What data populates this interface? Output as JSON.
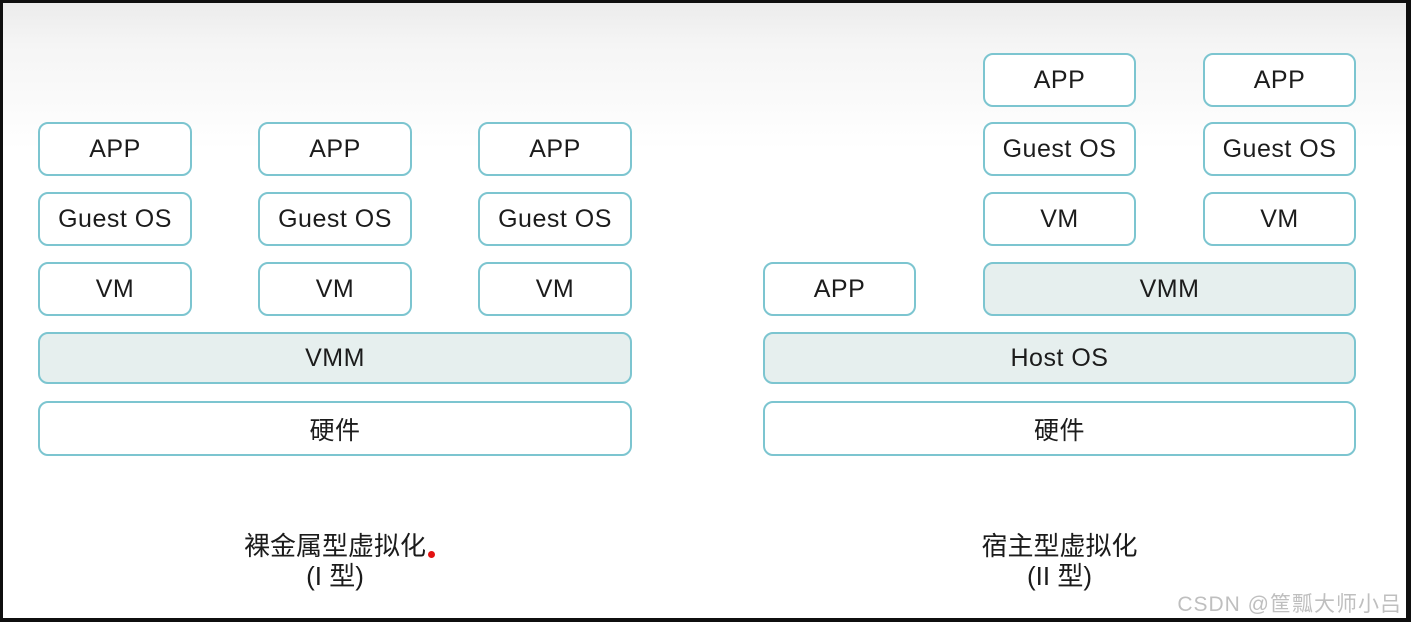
{
  "left_diagram": {
    "columns": [
      [
        "APP",
        "Guest OS",
        "VM"
      ],
      [
        "APP",
        "Guest OS",
        "VM"
      ],
      [
        "APP",
        "Guest OS",
        "VM"
      ]
    ],
    "vmm_label": "VMM",
    "hardware_label": "硬件",
    "caption_title": "裸金属型虚拟化",
    "caption_subtitle": "(I 型)"
  },
  "right_diagram": {
    "columns": [
      [
        "APP",
        "Guest OS",
        "VM"
      ],
      [
        "APP",
        "Guest OS",
        "VM"
      ]
    ],
    "host_app_label": "APP",
    "vmm_label": "VMM",
    "host_os_label": "Host OS",
    "hardware_label": "硬件",
    "caption_title": "宿主型虚拟化",
    "caption_subtitle": "(II 型)"
  },
  "watermark": "CSDN @筐瓢大师小吕",
  "colors": {
    "box_border": "#7cc5d0",
    "box_fill_white": "#ffffff",
    "box_fill_teal": "#e6efee",
    "annotation_dot": "#e31212",
    "watermark_text": "#bfbfbf"
  }
}
